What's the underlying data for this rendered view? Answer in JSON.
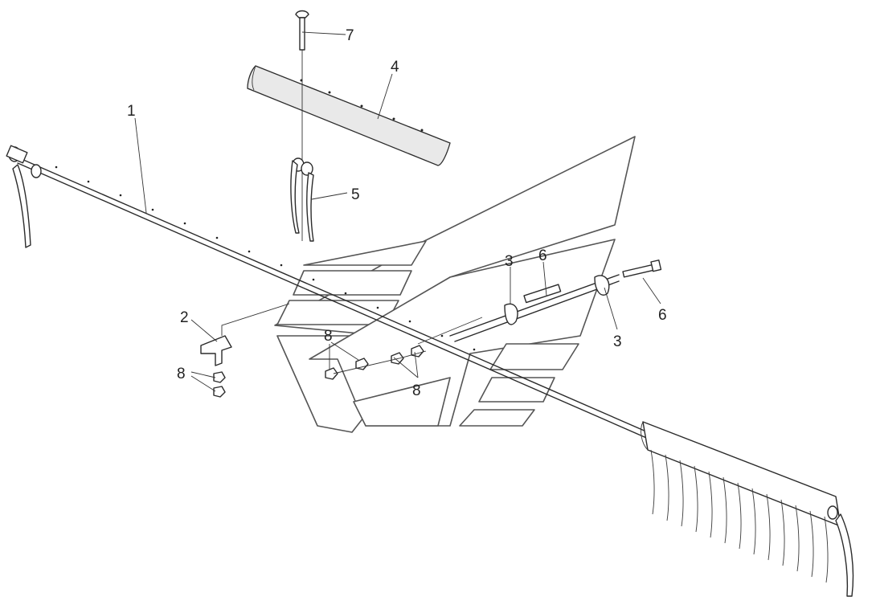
{
  "callouts": [
    {
      "id": "c1",
      "label": "1"
    },
    {
      "id": "c2",
      "label": "2"
    },
    {
      "id": "c3a",
      "label": "3"
    },
    {
      "id": "c3b",
      "label": "3"
    },
    {
      "id": "c4",
      "label": "4"
    },
    {
      "id": "c5",
      "label": "5"
    },
    {
      "id": "c6a",
      "label": "6"
    },
    {
      "id": "c6b",
      "label": "6"
    },
    {
      "id": "c7",
      "label": "7"
    },
    {
      "id": "c8a",
      "label": "8"
    },
    {
      "id": "c8b",
      "label": "8"
    },
    {
      "id": "c8c",
      "label": "8"
    }
  ]
}
